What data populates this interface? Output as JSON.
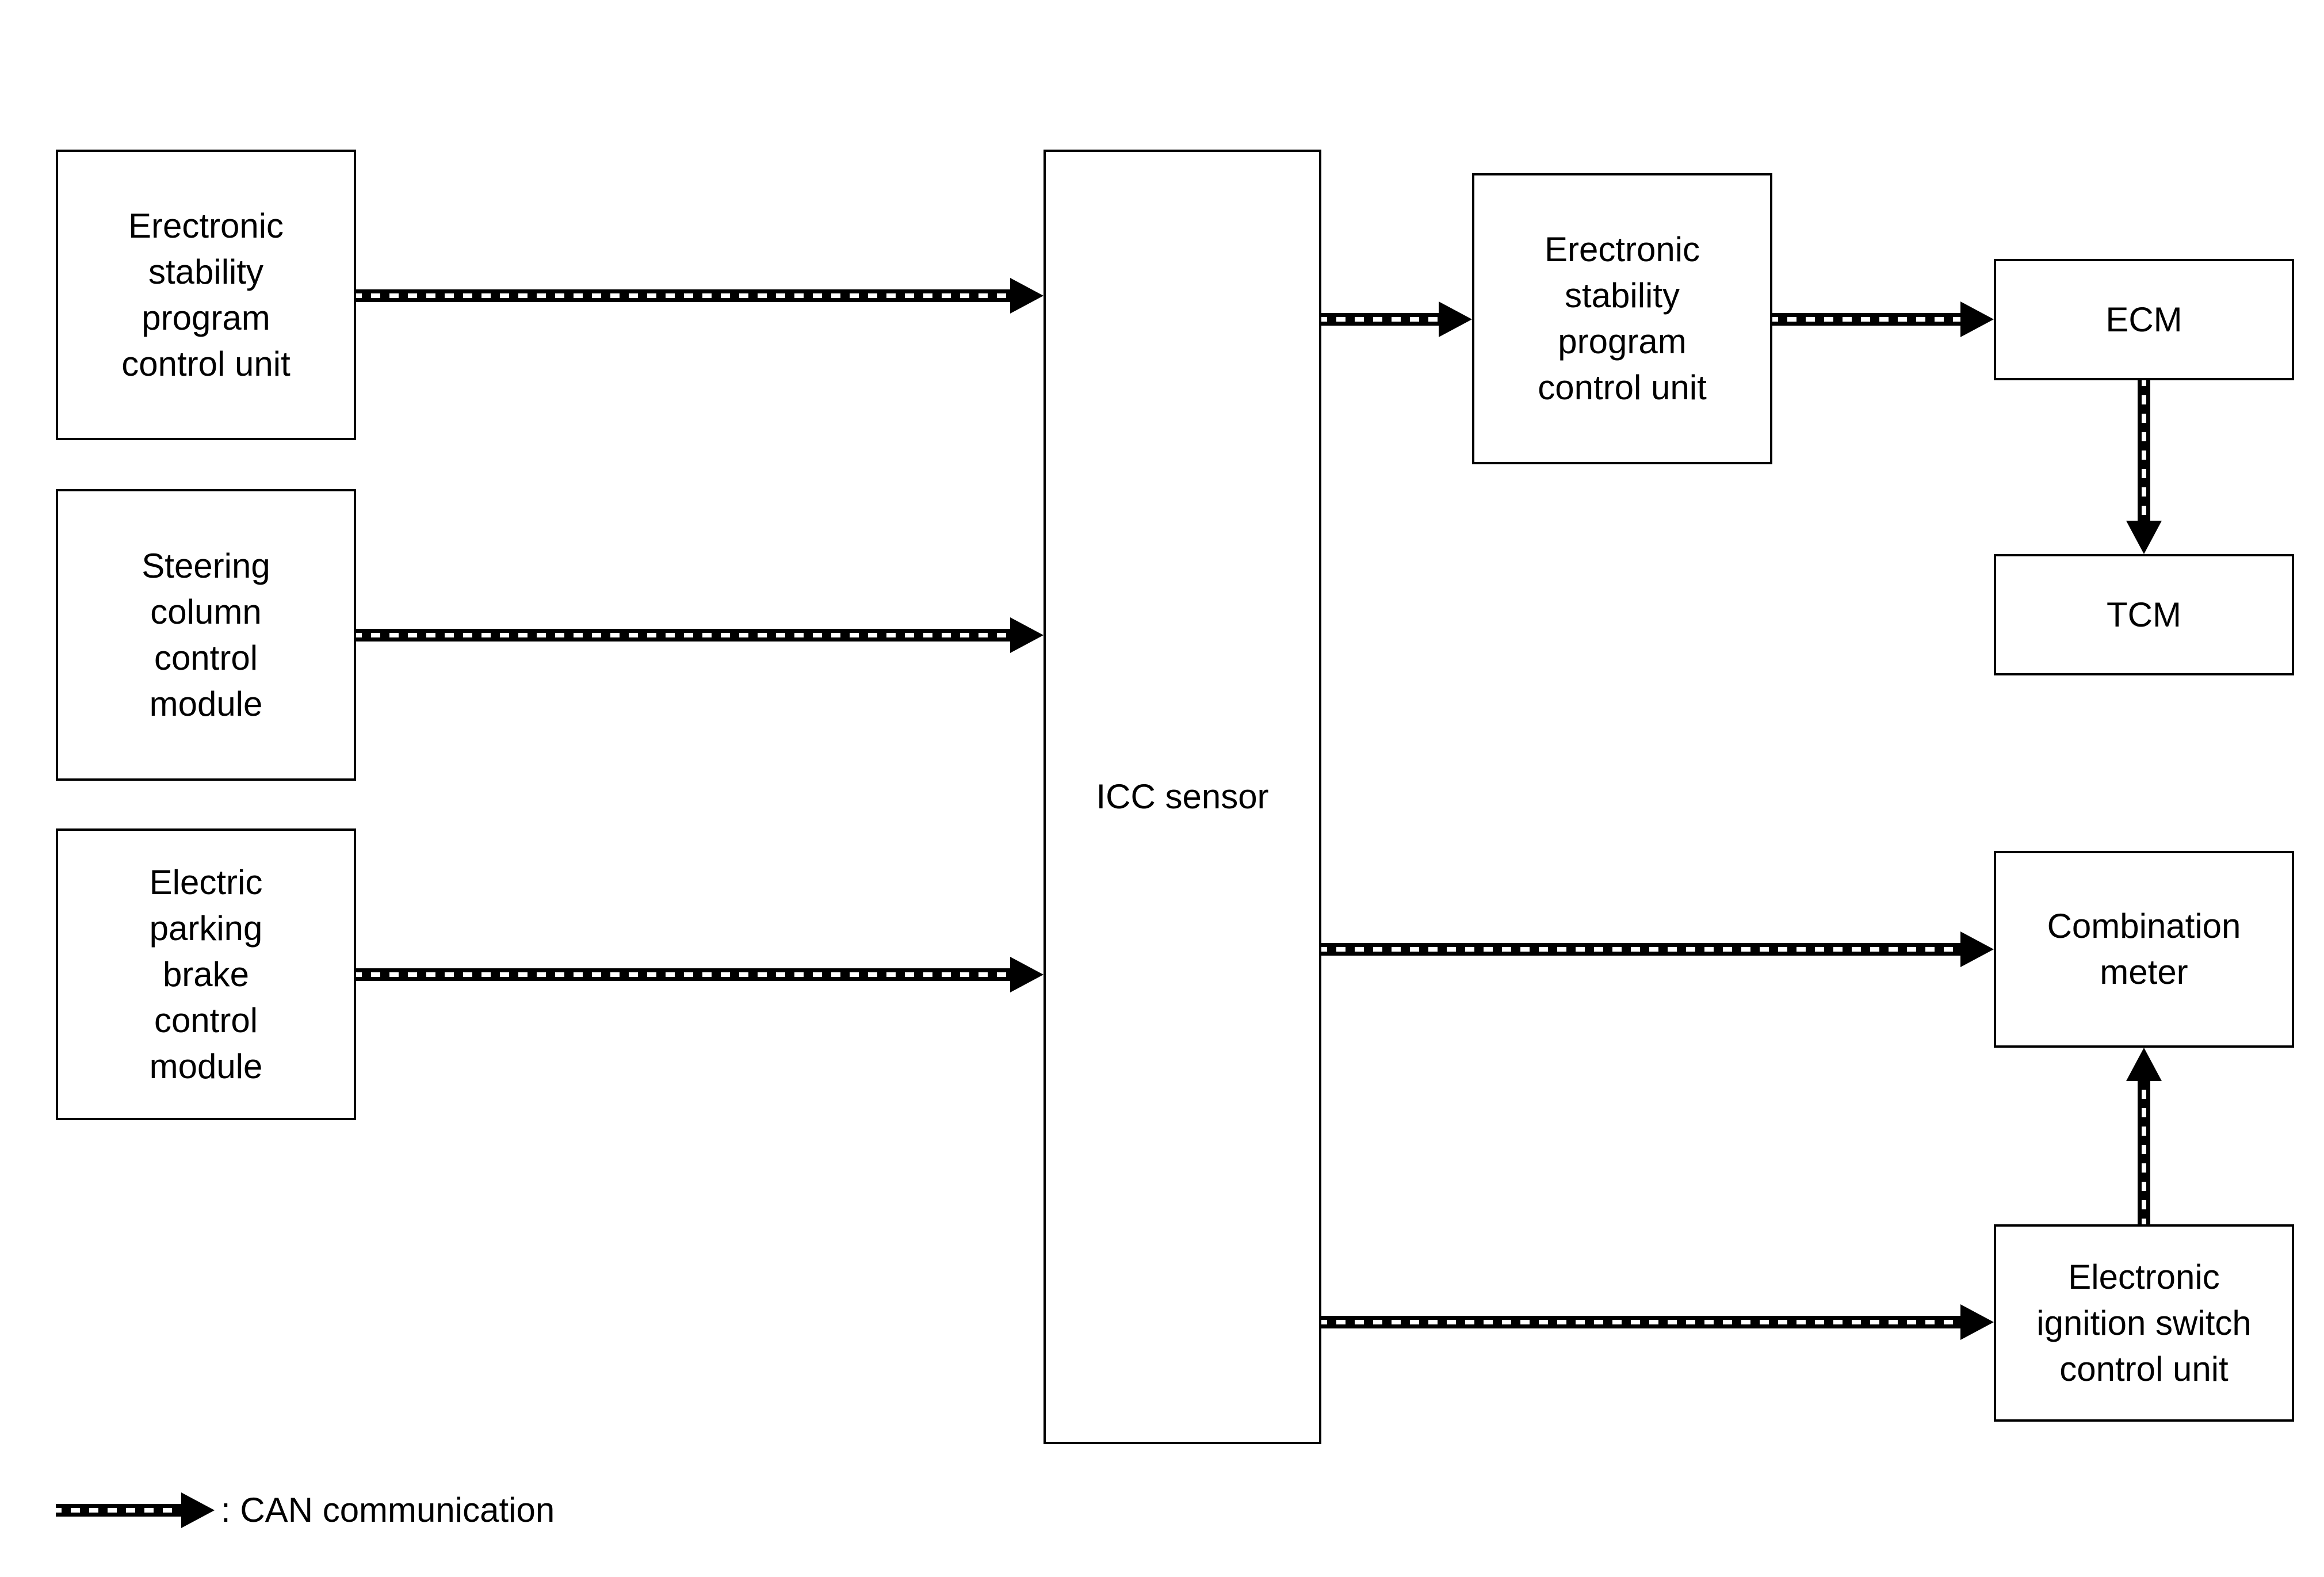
{
  "nodes": {
    "esp_left": {
      "label": "Erectronic\nstability\nprogram\ncontrol unit"
    },
    "steering": {
      "label": "Steering\ncolumn\ncontrol\nmodule"
    },
    "epb": {
      "label": "Electric\nparking\nbrake\ncontrol\nmodule"
    },
    "icc": {
      "label": "ICC sensor"
    },
    "esp_right": {
      "label": "Erectronic\nstability\nprogram\ncontrol unit"
    },
    "ecm": {
      "label": "ECM"
    },
    "tcm": {
      "label": "TCM"
    },
    "combination_meter": {
      "label": "Combination\nmeter"
    },
    "ignition": {
      "label": "Electronic\nignition switch\ncontrol unit"
    }
  },
  "edges": [
    {
      "from": "esp_left",
      "to": "icc",
      "type": "CAN communication"
    },
    {
      "from": "steering",
      "to": "icc",
      "type": "CAN communication"
    },
    {
      "from": "epb",
      "to": "icc",
      "type": "CAN communication"
    },
    {
      "from": "icc",
      "to": "esp_right",
      "type": "CAN communication"
    },
    {
      "from": "esp_right",
      "to": "ecm",
      "type": "CAN communication"
    },
    {
      "from": "ecm",
      "to": "tcm",
      "type": "CAN communication"
    },
    {
      "from": "icc",
      "to": "combination_meter",
      "type": "CAN communication"
    },
    {
      "from": "icc",
      "to": "ignition",
      "type": "CAN communication"
    },
    {
      "from": "ignition",
      "to": "combination_meter",
      "type": "CAN communication"
    }
  ],
  "legend": {
    "label": ": CAN communication"
  },
  "colors": {
    "line": "#000000",
    "background": "#ffffff"
  }
}
